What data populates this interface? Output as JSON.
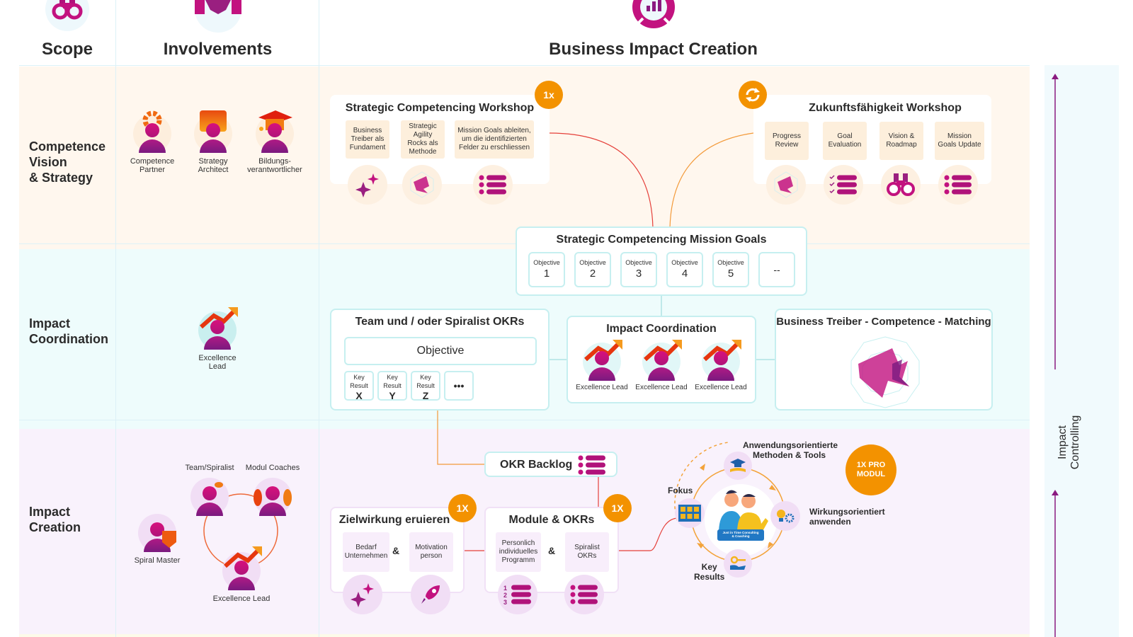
{
  "columns": {
    "scope": "Scope",
    "involvements": "Involvements",
    "business_impact": "Business Impact Creation"
  },
  "header_icons": [
    "binoculars-icon",
    "handshake-icon",
    "bar-chart-gauge-icon"
  ],
  "rows": [
    {
      "label_lines": [
        "Competence",
        "Vision",
        "& Strategy"
      ]
    },
    {
      "label_lines": [
        "Impact",
        "Coordination"
      ]
    },
    {
      "label_lines": [
        "Impact",
        "Creation"
      ]
    }
  ],
  "involvements": {
    "row1": [
      {
        "lines": [
          "Competence",
          "Partner"
        ],
        "icon": "gear-person-icon"
      },
      {
        "lines": [
          "Strategy",
          "Architect"
        ],
        "icon": "briefcase-person-icon"
      },
      {
        "lines": [
          "Bildungs-",
          "verantwortlicher"
        ],
        "icon": "graduation-person-icon"
      }
    ],
    "row2": [
      {
        "lines": [
          "Excellence",
          "Lead"
        ],
        "icon": "growth-arrow-person-icon"
      }
    ],
    "row3": [
      {
        "label": "Team/Spiralist",
        "icon": "team-person-icon"
      },
      {
        "label": "Modul Coaches",
        "icon": "coaches-group-icon"
      },
      {
        "label": "Spiral Master",
        "icon": "shield-person-icon"
      },
      {
        "label": "Excellence Lead",
        "icon": "growth-arrow-person-icon"
      }
    ]
  },
  "strategic_workshop": {
    "title": "Strategic Competencing Workshop",
    "badge": "1x",
    "items": [
      {
        "lines": [
          "Business",
          "Treiber als",
          "Fundament"
        ],
        "icon": "sparkles-icon"
      },
      {
        "lines": [
          "Strategic",
          "Agility",
          "Rocks als",
          "Methode"
        ],
        "icon": "radar-chart-icon"
      },
      {
        "lines": [
          "Mission Goals ableiten,",
          "um die identifizierten",
          "Felder zu erschliessen"
        ],
        "icon": "list-icon"
      }
    ]
  },
  "zukunft_workshop": {
    "title": "Zukunftsfähigkeit Workshop",
    "badge_icon": "refresh-cycle-icon",
    "items": [
      {
        "lines": [
          "Progress",
          "Review"
        ],
        "icon": "radar-chart-icon"
      },
      {
        "lines": [
          "Goal",
          "Evaluation"
        ],
        "icon": "checklist-icon"
      },
      {
        "lines": [
          "Vision &",
          "Roadmap"
        ],
        "icon": "binoculars-icon"
      },
      {
        "lines": [
          "Mission",
          "Goals Update"
        ],
        "icon": "list-icon"
      }
    ]
  },
  "mission_goals": {
    "title": "Strategic Competencing Mission Goals",
    "objective_label": "Objective",
    "objectives": [
      "1",
      "2",
      "3",
      "4",
      "5"
    ],
    "more": "--"
  },
  "team_okrs": {
    "title": "Team und / oder Spiralist OKRs",
    "objective": "Objective",
    "key_result_label": [
      "Key",
      "Result"
    ],
    "key_results": [
      "X",
      "Y",
      "Z"
    ],
    "more": "•••"
  },
  "impact_coordination": {
    "title": "Impact Coordination",
    "leads": [
      "Excellence Lead",
      "Excellence Lead",
      "Excellence Lead"
    ]
  },
  "matching": {
    "title": "Business Treiber - Competence - Matching",
    "icon": "radar-chart-icon"
  },
  "okr_backlog": {
    "title": "OKR Backlog",
    "icon": "list-icon"
  },
  "zielwirkung": {
    "title": "Zielwirkung eruieren",
    "badge": "1X",
    "left": [
      "Bedarf",
      "Unternehmen"
    ],
    "amp": "&",
    "right": [
      "Motivation",
      "person"
    ],
    "icons": [
      "sparkles-icon",
      "rocket-icon"
    ]
  },
  "module_okrs": {
    "title": "Module & OKRs",
    "badge": "1X",
    "left": [
      "Personlich",
      "individuelles",
      "Programm"
    ],
    "amp": "&",
    "right": [
      "Spiralist",
      "OKRs"
    ],
    "icons": [
      "numbered-list-icon",
      "list-icon"
    ]
  },
  "cycle": {
    "top": [
      "Anwendungsorientierte",
      "Methoden & Tools"
    ],
    "left": "Fokus",
    "right": [
      "Wirkungsorientiert",
      "anwenden"
    ],
    "bottom": [
      "Key",
      "Results"
    ],
    "center_caption": [
      "Just in Time Consulting",
      "& Coaching"
    ],
    "badge": [
      "1X PRO",
      "MODUL"
    ]
  },
  "sidebar": {
    "label": [
      "Impact",
      "Controlling"
    ]
  },
  "colors": {
    "magenta": "#c2127f",
    "purple": "#7a1a7f",
    "orange": "#f39200",
    "red_line": "#e5403a",
    "teal_border": "#c6eff0"
  }
}
